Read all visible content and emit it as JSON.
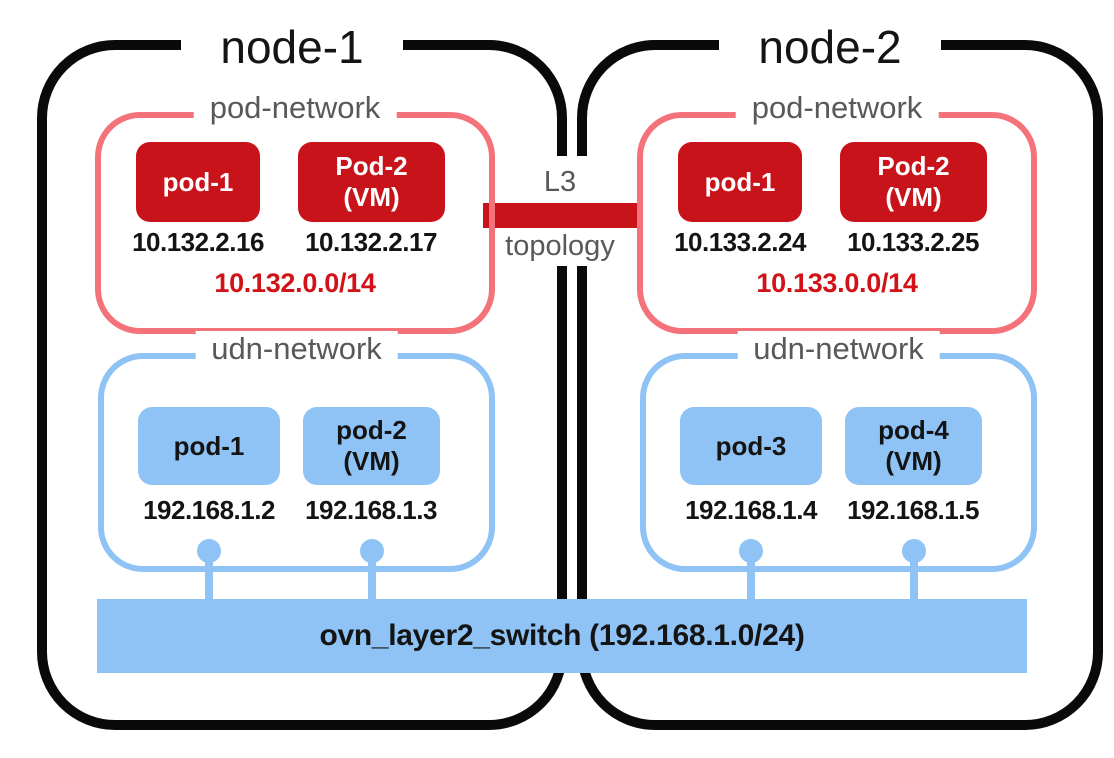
{
  "colors": {
    "node_border": "#0a0a0a",
    "pod_network_border": "#f4737a",
    "pod_box_red": "#c9131a",
    "subnet_red": "#d11217",
    "udn_blue": "#8fc3f5",
    "label_gray": "#58595b"
  },
  "connector": {
    "top_label": "L3",
    "bottom_label": "topology"
  },
  "switch_bar": {
    "label": "ovn_layer2_switch (192.168.1.0/24)"
  },
  "nodes": [
    {
      "title": "node-1",
      "pod_network": {
        "title": "pod-network",
        "subnet": "10.132.0.0/14",
        "pods": [
          {
            "label": "pod-1",
            "sublabel": "",
            "ip": "10.132.2.16"
          },
          {
            "label": "Pod-2",
            "sublabel": "(VM)",
            "ip": "10.132.2.17"
          }
        ]
      },
      "udn_network": {
        "title": "udn-network",
        "pods": [
          {
            "label": "pod-1",
            "sublabel": "",
            "ip": "192.168.1.2"
          },
          {
            "label": "pod-2",
            "sublabel": "(VM)",
            "ip": "192.168.1.3"
          }
        ]
      }
    },
    {
      "title": "node-2",
      "pod_network": {
        "title": "pod-network",
        "subnet": "10.133.0.0/14",
        "pods": [
          {
            "label": "pod-1",
            "sublabel": "",
            "ip": "10.133.2.24"
          },
          {
            "label": "Pod-2",
            "sublabel": "(VM)",
            "ip": "10.133.2.25"
          }
        ]
      },
      "udn_network": {
        "title": "udn-network",
        "pods": [
          {
            "label": "pod-3",
            "sublabel": "",
            "ip": "192.168.1.4"
          },
          {
            "label": "pod-4",
            "sublabel": "(VM)",
            "ip": "192.168.1.5"
          }
        ]
      }
    }
  ]
}
